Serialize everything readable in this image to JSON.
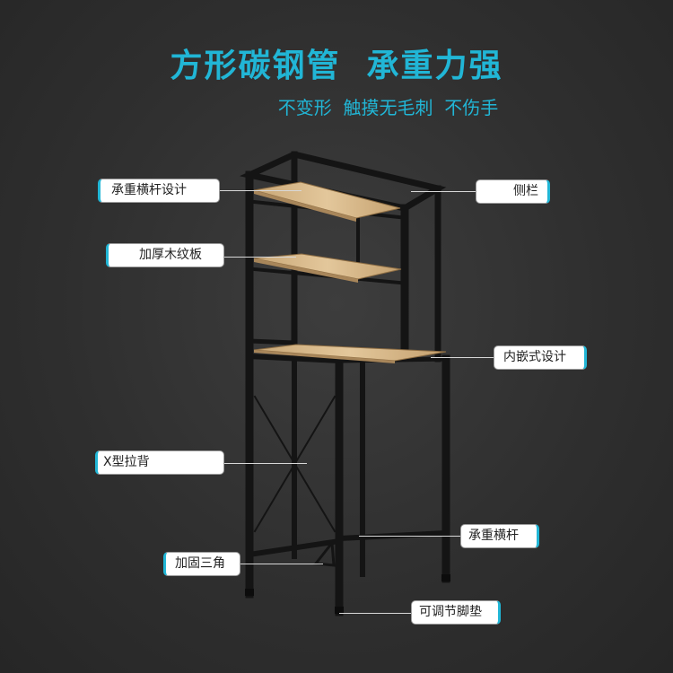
{
  "headline": {
    "title": "方形碳钢管  承重力强",
    "subtitle": "不变形  触摸无毛刺  不伤手"
  },
  "callouts": {
    "crossbar_design": "承重横杆设计",
    "thick_wood_board": "加厚木纹板",
    "x_back_brace": "X型拉背",
    "reinforced_corner": "加固三角",
    "side_rail": "侧栏",
    "embedded_design": "内嵌式设计",
    "load_crossbar": "承重横杆",
    "adjustable_feet": "可调节脚垫"
  },
  "colors": {
    "accent": "#21b6d6",
    "frame": "#141414",
    "wood": "#d7b98a",
    "leader": "#d8d8d8"
  }
}
